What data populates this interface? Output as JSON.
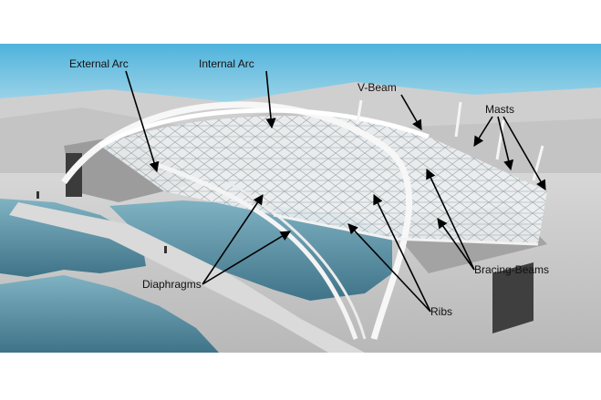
{
  "labels": {
    "external_arc": "External Arc",
    "internal_arc": "Internal Arc",
    "v_beam": "V-Beam",
    "masts": "Masts",
    "diaphragms": "Diaphragms",
    "bracing_beams": "Bracing-Beams",
    "ribs": "Ribs"
  },
  "colors": {
    "sky": "#7dc6e3",
    "water": "#5f95a8",
    "ground": "#c9c9c9",
    "roof": "#e6e6e6",
    "pointer": "#000000"
  }
}
